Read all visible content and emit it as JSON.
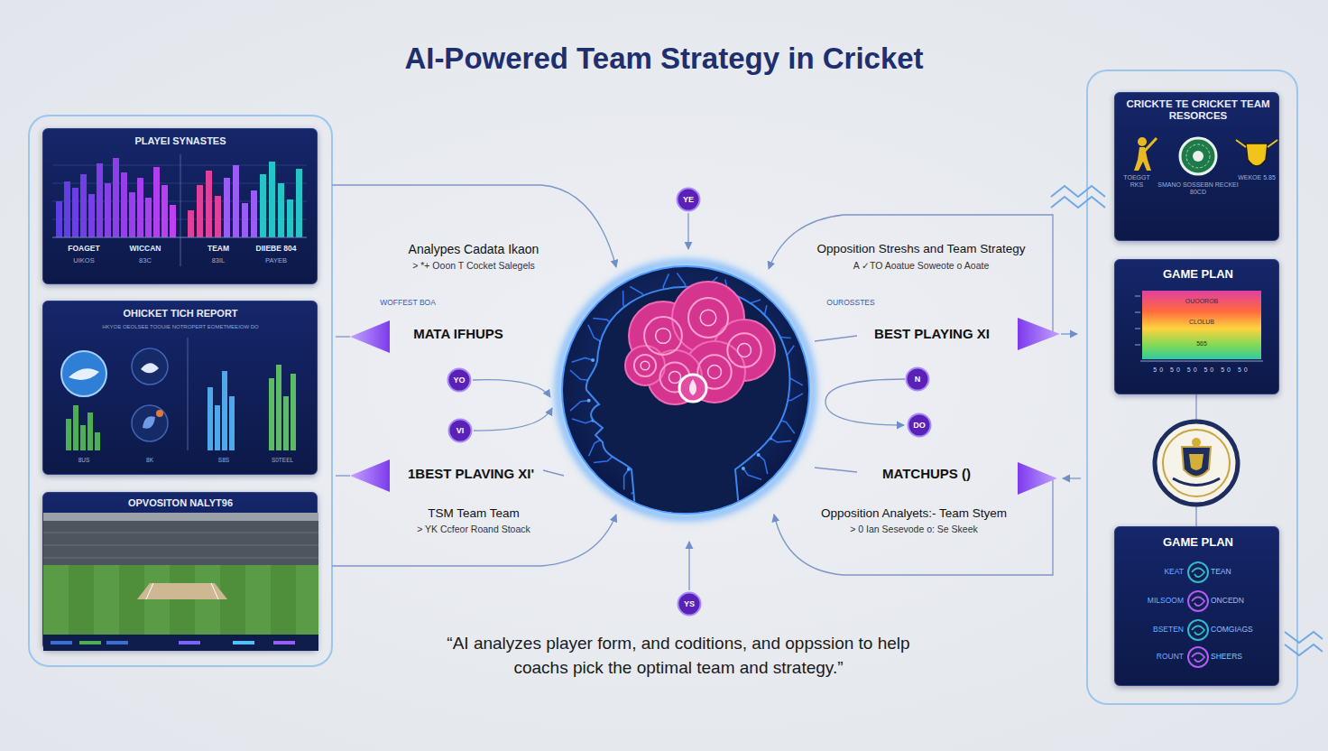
{
  "diagram": {
    "title": "AI-Powered Team Strategy in Cricket",
    "caption": "“AI analyzes player form, and coditions, and oppssion to help coachs pick the optimal team and strategy.”",
    "nodes": [
      {
        "text": [
          "PLAYEI SYNASTES",
          "FOAGET",
          "UIKOS",
          "WICCAN",
          "83C",
          "TEAM",
          "83IL",
          "DIIEBE 804",
          "PAYEB"
        ]
      },
      {
        "text": [
          "OHICKET TICH REPORT",
          "HKYOE OEOLSEE TOOUIE NOTROPERT EOMETMEEIOW DO",
          "8US",
          "8K",
          "S8S",
          "S0TEEL"
        ]
      },
      {
        "text": [
          "OPVOSITON NALYT96"
        ]
      },
      {
        "text": [
          "YE"
        ]
      },
      {
        "text": [
          "YO"
        ]
      },
      {
        "text": [
          "VI"
        ]
      },
      {
        "text": [
          "N"
        ]
      },
      {
        "text": [
          "DO"
        ]
      },
      {
        "text": [
          "YS"
        ]
      },
      {
        "text": [
          "CRICKTE TE CRICKET TEAM RESORCES",
          "TOEGGT RKS",
          "SMANO SOSSEBN RECKEI 80CD",
          "WEKOE 5.85"
        ]
      },
      {
        "text": [
          "GAME PLAN",
          "OUOOROB",
          "CLOLUB",
          "565",
          "50 50 50 50 50 50"
        ]
      },
      {
        "text": [
          "GAME PLAN",
          "KEAT",
          "TEAN",
          "MILSOOM",
          "ONCEDN",
          "BSETEN",
          "COMGIAGS",
          "ROUNT",
          "SHEERS"
        ]
      }
    ],
    "labels": [
      "Analypes Cadata Ikaon",
      "> *+ Ooon T Cocket Salegels",
      "WOFFEST BOA",
      "MATA IFHUPS",
      "1BEST PLAVING XI'",
      "TSM Team Team",
      "> YK Ccfeor Roand Stoack",
      "Opposition Streshs and Team Strategy",
      "A ✓TO Aoatue Soweote o Aoate",
      "OUROSSTES",
      "BEST PLAYING XI",
      "MATCHUPS ()",
      "Opposition Analyets:- Team Styem",
      "> 0 Ian Sesevode o: Se Skeek"
    ]
  }
}
